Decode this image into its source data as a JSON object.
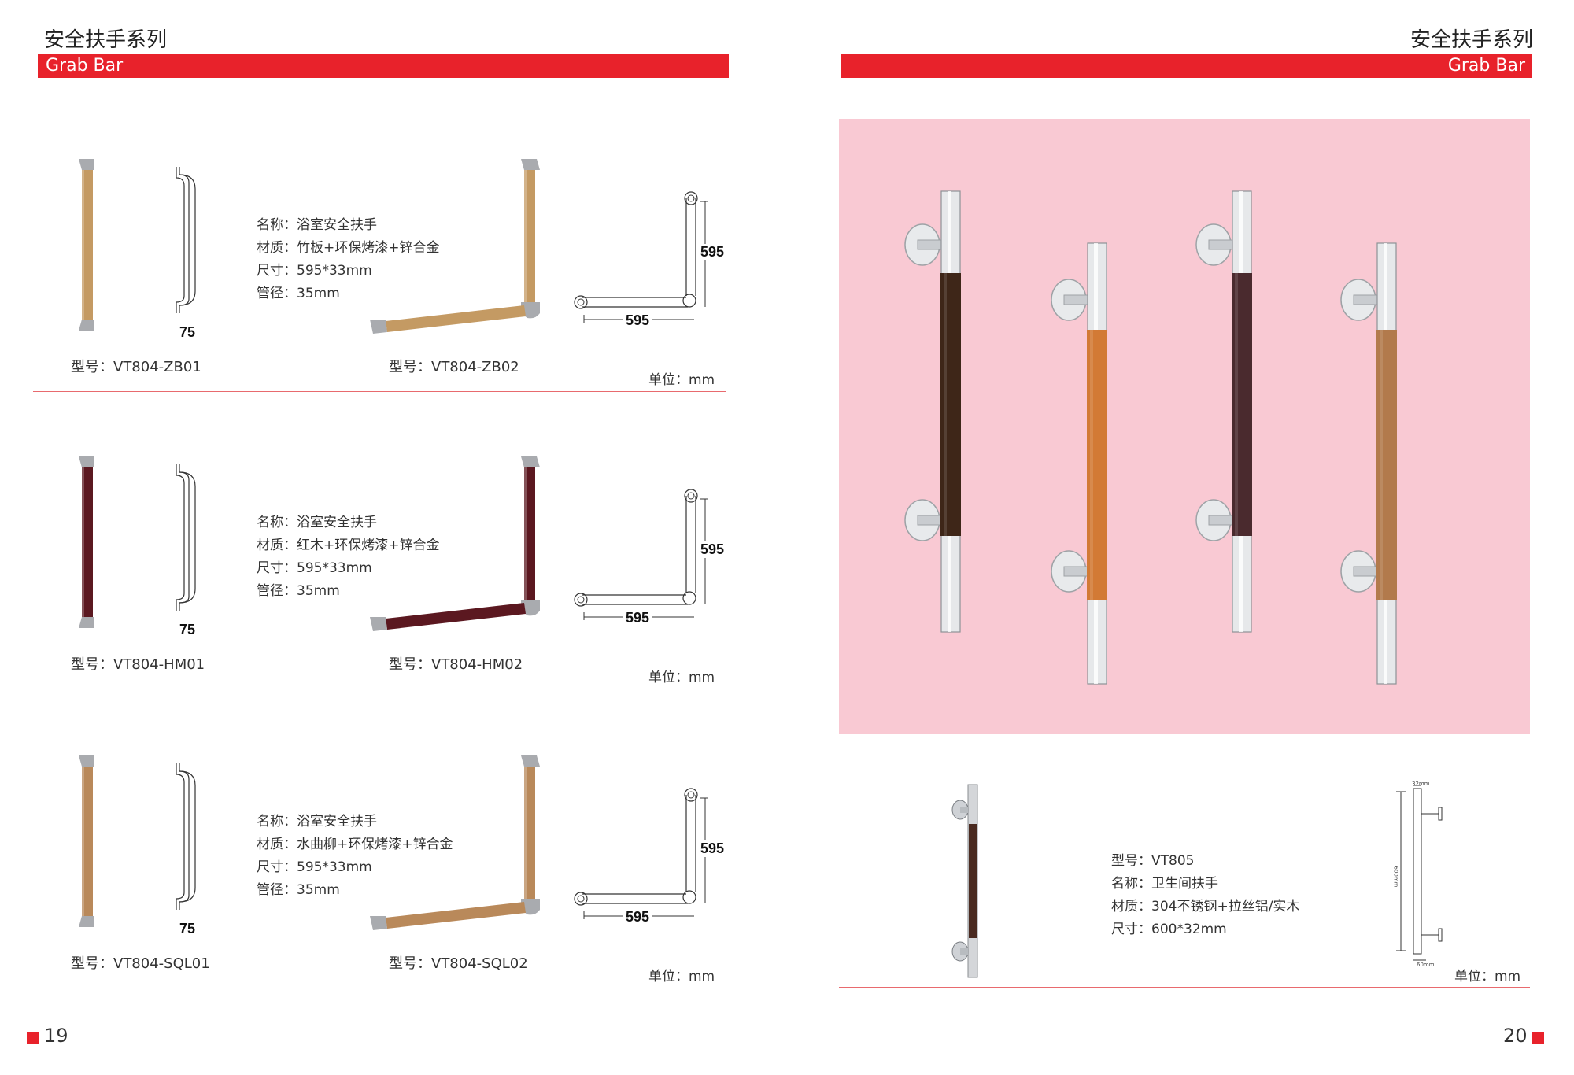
{
  "left_page": {
    "series_title": "安全扶手系列",
    "banner": "Grab Bar",
    "page_number": "19",
    "products": [
      {
        "model_a": "型号：VT804-ZB01",
        "model_b": "型号：VT804-ZB02",
        "spec": [
          "名称：浴室安全扶手",
          "材质：竹板+环保烤漆+锌合金",
          "尺寸：595*33mm",
          "管径：35mm"
        ],
        "dim_depth": "75",
        "dim_h": "595",
        "dim_w": "595",
        "unit": "单位：mm",
        "color": "#c49a63"
      },
      {
        "model_a": "型号：VT804-HM01",
        "model_b": "型号：VT804-HM02",
        "spec": [
          "名称：浴室安全扶手",
          "材质：红木+环保烤漆+锌合金",
          "尺寸：595*33mm",
          "管径：35mm"
        ],
        "dim_depth": "75",
        "dim_h": "595",
        "dim_w": "595",
        "unit": "单位：mm",
        "color": "#5b1820"
      },
      {
        "model_a": "型号：VT804-SQL01",
        "model_b": "型号：VT804-SQL02",
        "spec": [
          "名称：浴室安全扶手",
          "材质：水曲柳+环保烤漆+锌合金",
          "尺寸：595*33mm",
          "管径：35mm"
        ],
        "dim_depth": "75",
        "dim_h": "595",
        "dim_w": "595",
        "unit": "单位：mm",
        "color": "#b9895a"
      }
    ]
  },
  "right_page": {
    "series_title": "安全扶手系列",
    "banner": "Grab Bar",
    "page_number": "20",
    "showcase_bg": "#f9c9d3",
    "showcase_bar_colors": [
      "#3e2618",
      "#d27a35",
      "#4a2a2e",
      "#b27a4c"
    ],
    "product": {
      "spec": [
        "型号：VT805",
        "名称：卫生间扶手",
        "材质：304不锈钢+拉丝铝/实木",
        "尺寸：600*32mm"
      ],
      "unit": "单位：mm",
      "drawing_top": "32mm",
      "drawing_height": "600mm",
      "drawing_bottom": "60mm"
    }
  },
  "colors": {
    "accent": "#e8222b",
    "rule": "#e86a6e"
  }
}
